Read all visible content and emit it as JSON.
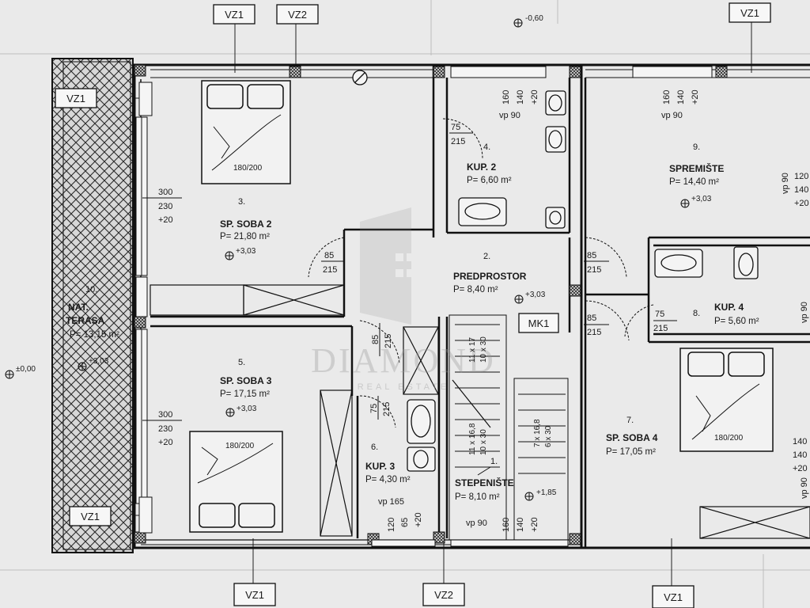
{
  "watermark": {
    "brand": "DIAMOND",
    "sub": "REAL ESTATE"
  },
  "axes": {
    "vz1_top_left": "VZ1",
    "vz2_top": "VZ2",
    "vz1_top_right": "VZ1",
    "vz1_left_upper": "VZ1",
    "vz1_left_lower": "VZ1",
    "vz1_bottom_left": "VZ1",
    "vz2_bottom": "VZ2",
    "vz1_bottom_right": "VZ1",
    "mk1": "MK1"
  },
  "levels": {
    "outside_top": "-0,60",
    "ground": "±0,00",
    "terrace": "+3,03",
    "room3": "+3,03",
    "room5": "+3,03",
    "room2": "+3,03",
    "room9": "+3,03",
    "stairs": "+1,85"
  },
  "rooms": [
    {
      "num": "1.",
      "name": "STEPENIŠTE",
      "area": "P= 8,10 m²"
    },
    {
      "num": "2.",
      "name": "PREDPROSTOR",
      "area": "P= 8,40 m²"
    },
    {
      "num": "3.",
      "name": "SP. SOBA 2",
      "area": "P= 21,80 m²"
    },
    {
      "num": "4.",
      "name": "KUP. 2",
      "area": "P= 6,60 m²"
    },
    {
      "num": "5.",
      "name": "SP. SOBA 3",
      "area": "P= 17,15 m²"
    },
    {
      "num": "6.",
      "name": "KUP. 3",
      "area": "P= 4,30 m²"
    },
    {
      "num": "7.",
      "name": "SP. SOBA 4",
      "area": "P= 17,05 m²"
    },
    {
      "num": "8.",
      "name": "KUP. 4",
      "area": "P= 5,60 m²"
    },
    {
      "num": "9.",
      "name": "SPREMIŠTE",
      "area": "P= 14,40 m²"
    },
    {
      "num": "10.",
      "name_line1": "NAT.",
      "name_line2": "TERASA",
      "area": "P= 13,15 m²"
    }
  ],
  "doors": {
    "d_kup2": [
      "75",
      "215"
    ],
    "d_soba2": [
      "85",
      "215"
    ],
    "d_pred_r1": [
      "85",
      "215"
    ],
    "d_pred_r2": [
      "85",
      "215"
    ],
    "d_kup4": [
      "75",
      "215"
    ],
    "d_soba3": [
      "85",
      "215"
    ],
    "d_kup3": [
      "75",
      "215"
    ]
  },
  "windows": {
    "w_soba2": [
      "300",
      "230",
      "+20"
    ],
    "w_soba3": [
      "300",
      "230",
      "+20"
    ],
    "w_kup2": [
      "160",
      "140",
      "+20"
    ],
    "w_kup2_vp": "vp 90",
    "w_spremiste": [
      "160",
      "140",
      "+20"
    ],
    "w_spremiste_vp": "vp 90",
    "w_right_top": [
      "vp 90",
      "120",
      "140",
      "+20"
    ],
    "w_right_bottom": [
      "140",
      "140",
      "+20",
      "vp 90"
    ],
    "w_kup4_side": "vp 90",
    "w_kup3": [
      "120",
      "65",
      "+20"
    ],
    "w_kup3_vp": "vp 165",
    "w_stairs": [
      "160",
      "140",
      "+20"
    ],
    "w_stairs_vp": "vp 90"
  },
  "stairs": {
    "up_a": "11 x 17",
    "up_b": "10 x 30",
    "mid_a": "11 x 16,8",
    "mid_b": "10 x 30",
    "r_a": "7 x 16,8",
    "r_b": "6 x 30"
  },
  "beds": {
    "b1": "180/200",
    "b2": "180/200",
    "b3": "180/200"
  }
}
